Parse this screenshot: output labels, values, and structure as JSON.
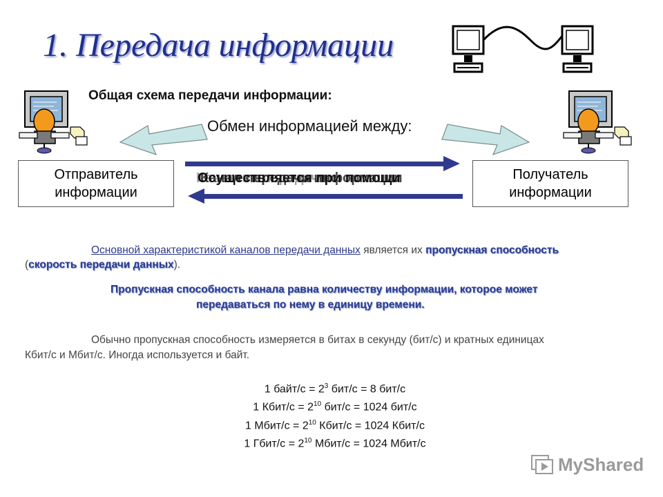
{
  "title": "1. Передача информации",
  "subtitle": "Общая схема передачи информации:",
  "exchange_label": "Обмен информацией между:",
  "sender": {
    "line1": "Отправитель",
    "line2": "информации"
  },
  "receiver": {
    "line1": "Получатель",
    "line2": "информации"
  },
  "overlapping_labels": [
    "Осуществляется при помощи",
    "Канал передачи информации",
    "Качество передачи"
  ],
  "paragraph1": {
    "part1": "Основной характеристикой каналов передачи данных",
    "part2": " является их ",
    "bold1": "пропускная способность",
    "part3": " (",
    "bold2": "скорость передачи данных",
    "part4": ")."
  },
  "paragraph2": {
    "line1": "Пропускная способность канала равна количеству информации, которое может",
    "line2": "передаваться по нему в единицу времени."
  },
  "paragraph3": {
    "line1": "Обычно пропускная способность измеряется в битах в секунду (бит/с) и кратных единицах",
    "line2": "Кбит/с и Мбит/с. Иногда используется и байт."
  },
  "formulas": [
    {
      "pre": "1 байт/с = 2",
      "exp": "3",
      "post": " бит/с = 8 бит/с"
    },
    {
      "pre": "1 Кбит/с = 2",
      "exp": "10",
      "post": " бит/с = 1024 бит/с"
    },
    {
      "pre": "1 Мбит/с = 2",
      "exp": "10",
      "post": " Кбит/с = 1024 Кбит/с"
    },
    {
      "pre": "1 Гбит/с = 2",
      "exp": "10",
      "post": " Мбит/с = 1024 Мбит/с"
    }
  ],
  "logo": {
    "text": "MyShared"
  },
  "colors": {
    "title": "#1f2f8f",
    "arrow_dark": "#2f3a8f",
    "arrow_light": "#c8e6e6",
    "highlight": "#2d3a8c"
  },
  "icons": [
    "networked-computers-icon",
    "person-at-computer-icon",
    "person-at-computer-icon",
    "mysharedlogo-icon"
  ]
}
